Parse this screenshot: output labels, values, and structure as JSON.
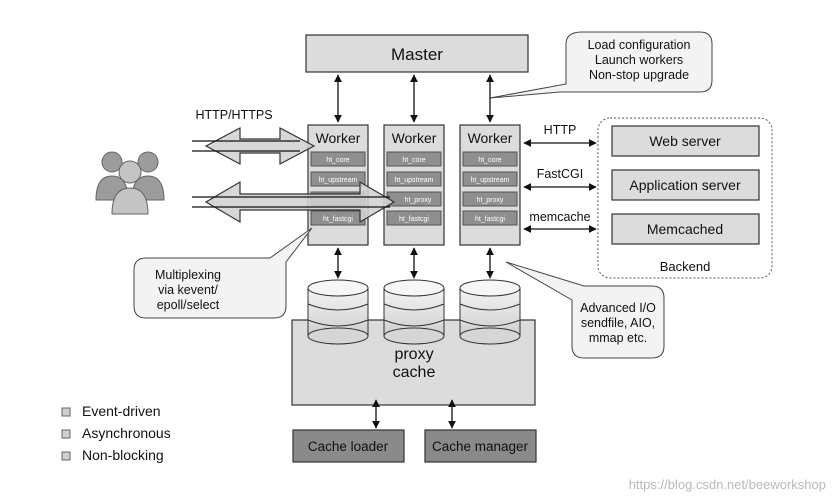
{
  "master": {
    "label": "Master"
  },
  "callout_master": {
    "lines": [
      "Load configuration",
      "Launch workers",
      "Non-stop upgrade"
    ]
  },
  "protocol_in": {
    "label": "HTTP/HTTPS"
  },
  "workers": [
    {
      "title": "Worker",
      "modules": [
        "ht_core",
        "ht_upstream",
        "",
        "ht_fastcgi"
      ]
    },
    {
      "title": "Worker",
      "modules": [
        "ht_core",
        "ht_upstream",
        "ht_proxy",
        "ht_fastcgi"
      ]
    },
    {
      "title": "Worker",
      "modules": [
        "ht_core",
        "ht_upstream",
        "ht_proxy",
        "ht_fastcgi"
      ]
    }
  ],
  "backend_links": [
    "HTTP",
    "FastCGI",
    "memcache"
  ],
  "backend": {
    "servers": [
      "Web server",
      "Application server",
      "Memcached"
    ],
    "label": "Backend"
  },
  "callout_multiplex": {
    "lines": [
      "Multiplexing",
      "via kevent/",
      "epoll/select"
    ]
  },
  "callout_io": {
    "lines": [
      "Advanced I/O",
      "sendfile, AIO,",
      "mmap etc."
    ]
  },
  "cache": {
    "lines": [
      "proxy",
      "cache"
    ]
  },
  "cache_loader": {
    "label": "Cache loader"
  },
  "cache_manager": {
    "label": "Cache manager"
  },
  "legend": [
    "Event-driven",
    "Asynchronous",
    "Non-blocking"
  ],
  "watermark": "https://blog.csdn.net/beeworkshop",
  "colors": {
    "box_light": "#dcdcdc",
    "box_dark": "#8a8a8a",
    "module": "#8f8f8f",
    "stroke": "#333333"
  }
}
